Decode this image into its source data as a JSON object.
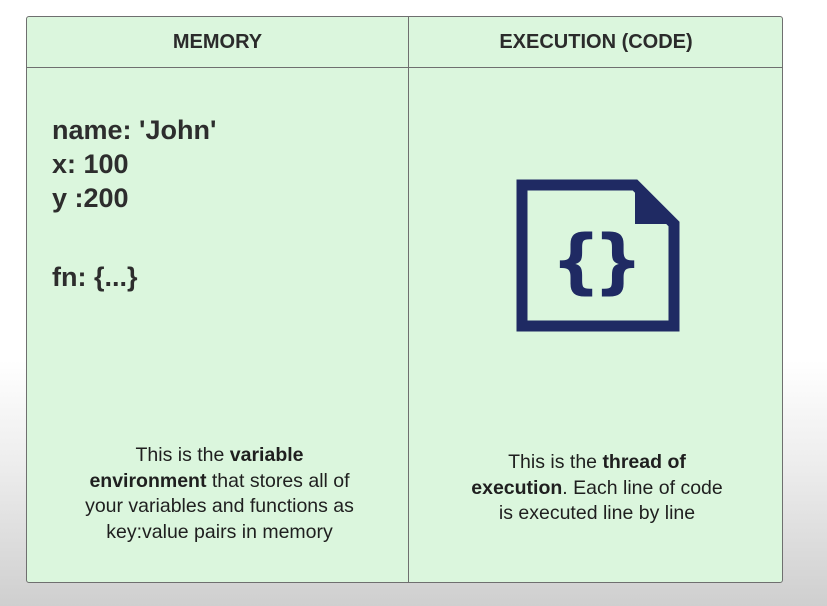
{
  "header": {
    "memory": "MEMORY",
    "execution": "EXECUTION (CODE)"
  },
  "memory": {
    "entries": [
      "name: 'John'",
      "x: 100",
      "y :200"
    ],
    "fn_entry": "fn: {...}",
    "description": {
      "pre": "This is the ",
      "bold": "variable environment",
      "post": " that stores all of your variables and functions as key:value pairs in memory"
    }
  },
  "execution": {
    "icon": "code-file-icon",
    "icon_color": "#1f2a63",
    "description": {
      "pre": "This is the ",
      "bold": "thread of execution",
      "post": ". Each line of code is executed line by line"
    }
  },
  "colors": {
    "panel_bg": "#dbf6dd",
    "border": "#6f6f6f"
  }
}
